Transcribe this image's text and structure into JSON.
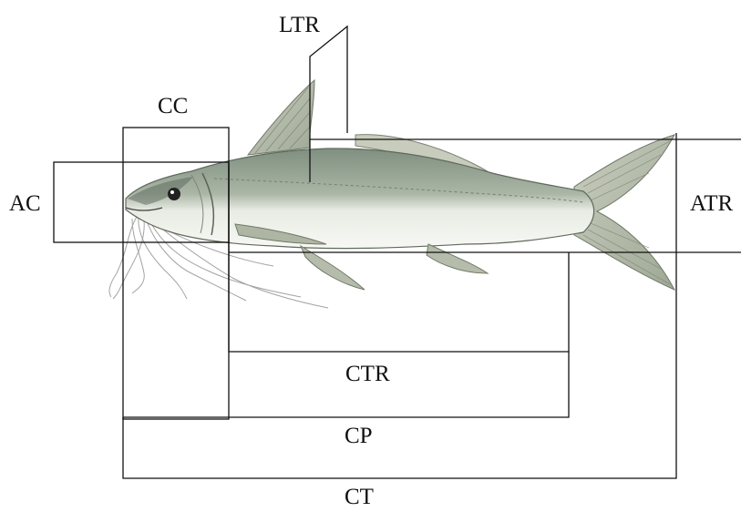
{
  "labels": {
    "ltr": "LTR",
    "cc": "CC",
    "ac": "AC",
    "atr": "ATR",
    "ctr": "CTR",
    "cp": "CP",
    "ct": "CT"
  },
  "colors": {
    "line": "#111111",
    "fish_back": "#8d9c8e",
    "fish_belly": "#f2f3ee",
    "fin": "#b9bfae",
    "barbel": "#9a9a9a"
  }
}
